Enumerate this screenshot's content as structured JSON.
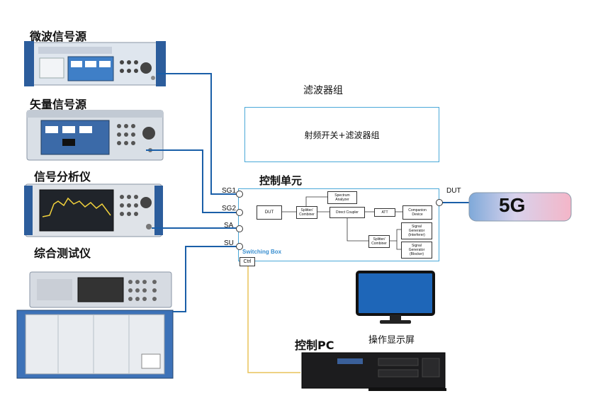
{
  "instruments": {
    "microwave": "微波信号源",
    "vector": "矢量信号源",
    "analyzer": "信号分析仪",
    "tester": "综合测试仪"
  },
  "filter_group": {
    "title": "滤波器组",
    "box_text": "射频开关+滤波器组"
  },
  "control_unit": {
    "title": "控制单元",
    "ports": [
      "SG1",
      "SG2",
      "SA",
      "SU"
    ],
    "dut_port": "DUT",
    "switching_box": "Switching Box",
    "ctrl": "Ctrl",
    "blocks": {
      "dut": "DUT",
      "splitter1": "Splitter/\nCombiner",
      "spectrum": "Spectrum\nAnalyzer",
      "coupler": "Direct Coupler",
      "att": "ATT",
      "companion": "Companion\nDevice",
      "splitter2": "Splitter/\nCombiner",
      "gen1": "Signal\nGenerator\n(Interferer)",
      "gen2": "Signal\nGenerator\n(Blocker)"
    }
  },
  "phone_badge": "5G",
  "monitor_label": "操作显示屏",
  "pc_label": "控制PC",
  "colors": {
    "cable": "#1a5fa8",
    "ctrl_cable": "#e8c35a",
    "box_border": "#4aa8d8"
  }
}
